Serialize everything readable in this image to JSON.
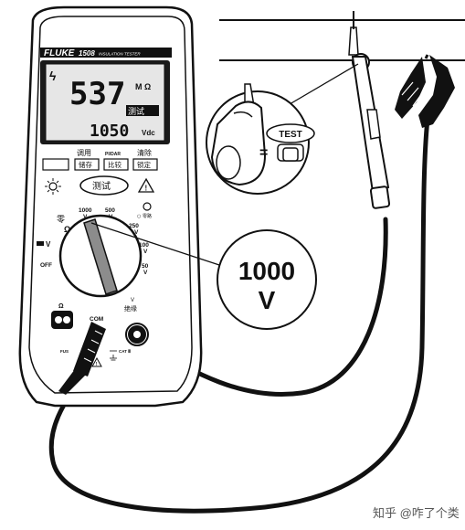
{
  "meter": {
    "brand": "FLUKE",
    "model": "1508",
    "subtitle": "INSULATION TESTER",
    "colors": {
      "case": "#ffffff",
      "outline": "#111111",
      "screen": "#e6e6e6",
      "lead": "#111111"
    }
  },
  "display": {
    "warning_glyph": "ϟ",
    "main_value": "537",
    "main_unit": "M Ω",
    "test_badge": "测试",
    "sub_value": "1050",
    "sub_unit": "Vdc"
  },
  "keys": {
    "labels_top": [
      "调用",
      "PI/DAR",
      "清除"
    ],
    "labels_bottom": [
      "储存",
      "比较",
      "锁定"
    ],
    "test_button": "测试",
    "light_icon": "sun-icon",
    "warning_icon": "warning-triangle-icon",
    "zero_label": "○ 零路"
  },
  "dial": {
    "zero_label": "零",
    "ohm_label": "Ω",
    "positions": [
      "1000\nV",
      "500\nV",
      "250\nV",
      "100\nV",
      "50\nV"
    ],
    "volt_label": "V",
    "off_label": "OFF"
  },
  "terminals": {
    "ohm_label": "Ω",
    "com_label": "COM",
    "insulation_label": "V\n绝缘",
    "category": "CAT Ⅲ",
    "fuse_label": "FUS"
  },
  "callout_zoom": {
    "button_label": "TEST",
    "equals": "="
  },
  "callout_range": {
    "value": "1000",
    "unit": "V"
  },
  "watermark": "知乎 @咋了个类"
}
